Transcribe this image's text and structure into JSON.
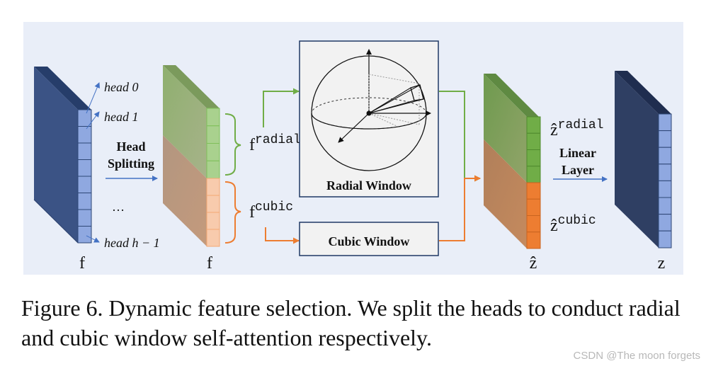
{
  "diagram": {
    "head_labels": {
      "head0": "head 0",
      "head1": "head 1",
      "ellipsis": "…",
      "head_last": "head h − 1"
    },
    "head_splitting": [
      "Head",
      "Splitting"
    ],
    "f_left": "f",
    "f_middle": "f",
    "f_radial": {
      "base": "f",
      "sup": "radial"
    },
    "f_cubic": {
      "base": "f",
      "sup": "cubic"
    },
    "radial_window": "Radial Window",
    "cubic_window": "Cubic Window",
    "z_hat": "ẑ",
    "z_hat_radial": {
      "base": "ẑ",
      "sup": "radial"
    },
    "z_hat_cubic": {
      "base": "ẑ",
      "sup": "cubic"
    },
    "linear_layer": [
      "Linear",
      "Layer"
    ],
    "z": "z",
    "colors": {
      "background": "#e9eef8",
      "navy": "#2e4776",
      "light_blue_cell": "#8fa8e0",
      "green": "#70ad47",
      "orange": "#ed7d31",
      "arrow_blue": "#4472c4"
    }
  },
  "caption": "Figure 6. Dynamic feature selection. We split the heads to conduct radial and cubic window self-attention respectively.",
  "watermark": "CSDN @The moon forgets"
}
